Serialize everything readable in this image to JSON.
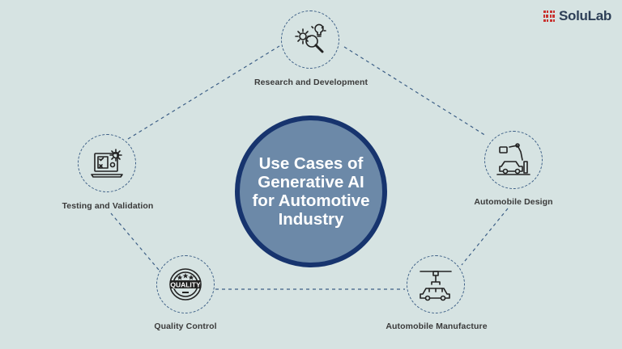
{
  "brand": {
    "name": "SoluLab",
    "accent": "#c8322f"
  },
  "center": {
    "title": "Use Cases of Generative AI for Automotive Industry"
  },
  "nodes": [
    {
      "id": "research",
      "label": "Research and Development",
      "icon": "gear-magnifier-icon"
    },
    {
      "id": "design",
      "label": "Automobile Design",
      "icon": "robot-arm-car-icon"
    },
    {
      "id": "manufacture",
      "label": "Automobile Manufacture",
      "icon": "assembly-line-car-icon"
    },
    {
      "id": "quality",
      "label": "Quality Control",
      "icon": "quality-stamp-icon"
    },
    {
      "id": "testing",
      "label": "Testing and Validation",
      "icon": "laptop-checklist-gear-icon"
    }
  ],
  "colors": {
    "background": "#d6e3e2",
    "hub_fill": "#6c89a8",
    "hub_border": "#17346e",
    "dash": "#3d5f86"
  }
}
